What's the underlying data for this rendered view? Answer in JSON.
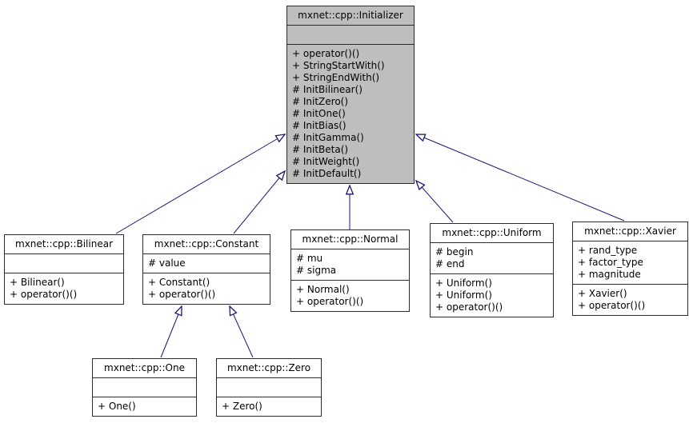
{
  "colors": {
    "edge": "#191970",
    "arrowhead_fill": "#ffffff",
    "highlight_fill": "#bebebe",
    "box_border": "#2b2b2b"
  },
  "classes": {
    "initializer": {
      "name": "mxnet::cpp::Initializer",
      "attributes": [],
      "methods": [
        "+ operator()()",
        "+ StringStartWith()",
        "+ StringEndWith()",
        "# InitBilinear()",
        "# InitZero()",
        "# InitOne()",
        "# InitBias()",
        "# InitGamma()",
        "# InitBeta()",
        "# InitWeight()",
        "# InitDefault()"
      ]
    },
    "bilinear": {
      "name": "mxnet::cpp::Bilinear",
      "attributes": [],
      "methods": [
        "+ Bilinear()",
        "+ operator()()"
      ]
    },
    "constant": {
      "name": "mxnet::cpp::Constant",
      "attributes": [
        "# value"
      ],
      "methods": [
        "+ Constant()",
        "+ operator()()"
      ]
    },
    "normal": {
      "name": "mxnet::cpp::Normal",
      "attributes": [
        "# mu",
        "# sigma"
      ],
      "methods": [
        "+ Normal()",
        "+ operator()()"
      ]
    },
    "uniform": {
      "name": "mxnet::cpp::Uniform",
      "attributes": [
        "# begin",
        "# end"
      ],
      "methods": [
        "+ Uniform()",
        "+ Uniform()",
        "+ operator()()"
      ]
    },
    "xavier": {
      "name": "mxnet::cpp::Xavier",
      "attributes": [
        "+ rand_type",
        "+ factor_type",
        "+ magnitude"
      ],
      "methods": [
        "+ Xavier()",
        "+ operator()()"
      ]
    },
    "one": {
      "name": "mxnet::cpp::One",
      "attributes": [],
      "methods": [
        "+ One()"
      ]
    },
    "zero": {
      "name": "mxnet::cpp::Zero",
      "attributes": [],
      "methods": [
        "+ Zero()"
      ]
    }
  }
}
